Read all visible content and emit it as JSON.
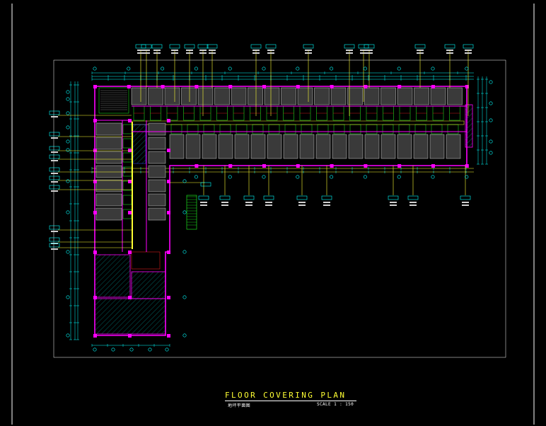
{
  "drawing": {
    "title": "FLOOR  COVERING  PLAN",
    "subtitle_left": "地坪平面图",
    "scale": "SCALE 1 : 150"
  },
  "colors": {
    "background": "#000000",
    "frame": "#ffffff",
    "wall": "#ff00ff",
    "dimension": "#00ffff",
    "leader": "#ffff33",
    "tag": "#00ffff",
    "fixture": "#cfcfcf",
    "hatch": "#00a0a0",
    "green": "#22ff22",
    "red": "#ff2020",
    "blue": "#3050ff"
  },
  "icons": {
    "column": "magenta-square-column",
    "grid_bubble": "cyan-circle-grid-marker",
    "callout": "cyan-box-callout-tag"
  }
}
